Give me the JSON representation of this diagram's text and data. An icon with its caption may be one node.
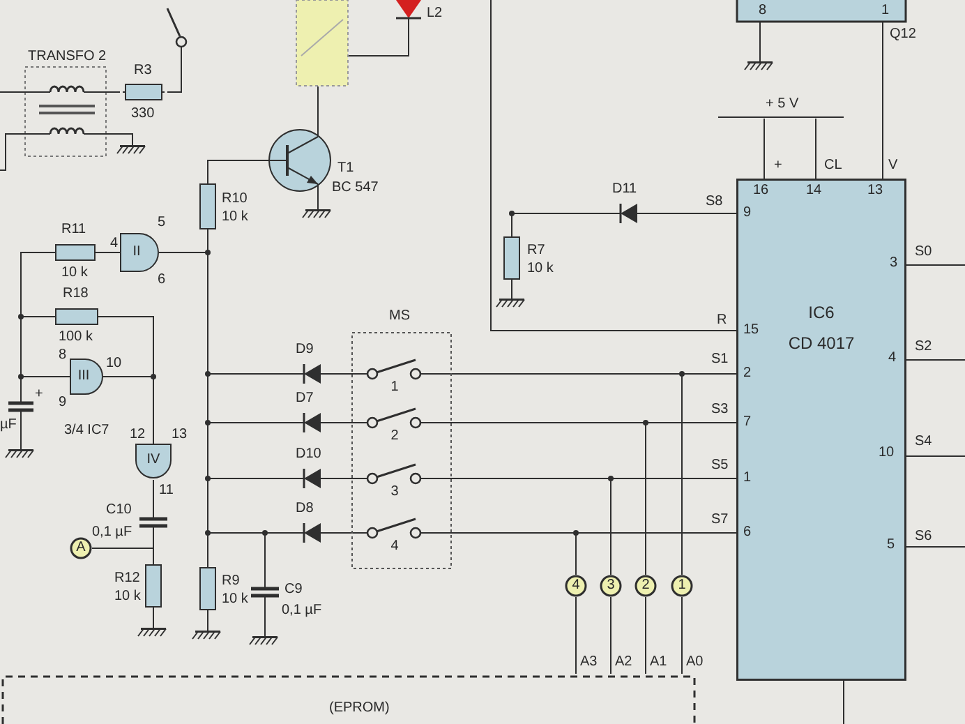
{
  "diagram": {
    "nodes": [
      {
        "text": [
          "TRANSFO 2"
        ]
      },
      {
        "text": [
          "R3",
          "330"
        ]
      },
      {
        "text": [],
        "shape": "switch"
      },
      {
        "text": [],
        "shape": "box"
      },
      {
        "text": [
          "L2"
        ]
      },
      {
        "text": [
          "T1",
          "BC 547"
        ]
      },
      {
        "text": [
          "R10",
          "10 k"
        ]
      },
      {
        "text": [
          "R11",
          "10 k"
        ]
      },
      {
        "text": [
          "II"
        ]
      },
      {
        "text": [
          "R18",
          "100 k"
        ]
      },
      {
        "text": [
          "µF"
        ]
      },
      {
        "text": [
          "III"
        ]
      },
      {
        "text": [
          "IV"
        ]
      },
      {
        "text": [
          "C10",
          "0,1 µF"
        ]
      },
      {
        "text": [
          "A"
        ]
      },
      {
        "text": [
          "R12",
          "10 k"
        ]
      },
      {
        "text": [
          "R9",
          "10 k"
        ]
      },
      {
        "text": [
          "C9",
          "0,1 µF"
        ]
      },
      {
        "text": [
          "MS"
        ]
      },
      {
        "text": [
          "1"
        ],
        "in": 18
      },
      {
        "text": [
          "2"
        ],
        "in": 18
      },
      {
        "text": [
          "3"
        ],
        "in": 18
      },
      {
        "text": [
          "4"
        ],
        "in": 18
      },
      {
        "text": [
          "D9"
        ]
      },
      {
        "text": [
          "D7"
        ]
      },
      {
        "text": [
          "D10"
        ]
      },
      {
        "text": [
          "D8"
        ]
      },
      {
        "text": [
          "D11"
        ]
      },
      {
        "text": [
          "R7",
          "10 k"
        ]
      },
      {
        "text": [
          "8",
          "1"
        ]
      },
      {
        "text": [
          "IC6",
          "CD 4017"
        ]
      },
      {
        "text": [
          "4"
        ]
      },
      {
        "text": [
          "3"
        ]
      },
      {
        "text": [
          "2"
        ]
      },
      {
        "text": [
          "1"
        ]
      },
      {
        "text": [
          "(EPROM)"
        ]
      },
      {
        "text": [],
        "shape": "ground"
      },
      {
        "text": [],
        "shape": "ground"
      },
      {
        "text": [],
        "shape": "ground"
      },
      {
        "text": [],
        "shape": "ground"
      },
      {
        "text": [],
        "shape": "ground"
      },
      {
        "text": [],
        "shape": "ground"
      },
      {
        "text": [],
        "shape": "ground"
      },
      {
        "text": [],
        "shape": "ground"
      },
      {
        "text": [
          "+ 5 V"
        ]
      }
    ],
    "edges": [
      {
        "from": 0,
        "to": 1,
        "arrow": "none"
      },
      {
        "from": 1,
        "to": 2,
        "arrow": "none"
      },
      {
        "from": 5,
        "to": 3,
        "arrow": "none"
      },
      {
        "from": 4,
        "to": 3,
        "arrow": "none"
      },
      {
        "from": 6,
        "to": 5,
        "arrow": "none"
      },
      {
        "from": 7,
        "to": 8,
        "arrow": "none"
      },
      {
        "from": 8,
        "to": 6,
        "arrow": "none"
      },
      {
        "from": 7,
        "to": 9,
        "arrow": "none"
      },
      {
        "from": 9,
        "to": 10,
        "arrow": "none"
      },
      {
        "from": 10,
        "to": 11,
        "arrow": "none"
      },
      {
        "from": 9,
        "to": 12,
        "arrow": "none"
      },
      {
        "from": 11,
        "to": 12,
        "arrow": "none"
      },
      {
        "from": 12,
        "to": 13,
        "arrow": "none"
      },
      {
        "from": 13,
        "to": 15,
        "arrow": "none"
      },
      {
        "from": 14,
        "to": 15,
        "arrow": "none"
      },
      {
        "from": 6,
        "to": 16,
        "arrow": "none"
      },
      {
        "from": 6,
        "to": 23,
        "arrow": "none"
      },
      {
        "from": 6,
        "to": 24,
        "arrow": "none"
      },
      {
        "from": 6,
        "to": 25,
        "arrow": "none"
      },
      {
        "from": 6,
        "to": 26,
        "arrow": "none"
      },
      {
        "from": 23,
        "to": 19,
        "arrow": "none"
      },
      {
        "from": 24,
        "to": 20,
        "arrow": "none"
      },
      {
        "from": 25,
        "to": 21,
        "arrow": "none"
      },
      {
        "from": 26,
        "to": 22,
        "arrow": "none"
      },
      {
        "from": 19,
        "to": 30,
        "arrow": "none"
      },
      {
        "from": 20,
        "to": 30,
        "arrow": "none"
      },
      {
        "from": 21,
        "to": 30,
        "arrow": "none"
      },
      {
        "from": 22,
        "to": 30,
        "arrow": "none"
      },
      {
        "from": 17,
        "to": 26,
        "arrow": "none"
      },
      {
        "from": 34,
        "to": 30,
        "arrow": "none"
      },
      {
        "from": 33,
        "to": 30,
        "arrow": "none"
      },
      {
        "from": 32,
        "to": 30,
        "arrow": "none"
      },
      {
        "from": 31,
        "to": 30,
        "arrow": "none"
      },
      {
        "from": 34,
        "to": 35,
        "arrow": "none"
      },
      {
        "from": 33,
        "to": 35,
        "arrow": "none"
      },
      {
        "from": 32,
        "to": 35,
        "arrow": "none"
      },
      {
        "from": 31,
        "to": 35,
        "arrow": "none"
      },
      {
        "from": 27,
        "to": 30,
        "arrow": "none"
      },
      {
        "from": 28,
        "to": 27,
        "arrow": "none"
      },
      {
        "from": 30,
        "to": null,
        "arrow": "none"
      },
      {
        "from": 29,
        "to": 30,
        "arrow": "none"
      },
      {
        "from": 30,
        "to": null,
        "arrow": "none"
      },
      {
        "from": 30,
        "to": null,
        "arrow": "none"
      },
      {
        "from": 30,
        "to": null,
        "arrow": "none"
      },
      {
        "from": 30,
        "to": null,
        "arrow": "none"
      },
      {
        "from": 30,
        "to": null,
        "arrow": "none"
      },
      {
        "from": 0,
        "to": null,
        "arrow": "none"
      },
      {
        "from": 0,
        "to": null,
        "arrow": "none"
      },
      {
        "from": 0,
        "to": 36,
        "arrow": "none"
      },
      {
        "from": 5,
        "to": 37,
        "arrow": "none"
      },
      {
        "from": 29,
        "to": 38,
        "arrow": "none"
      },
      {
        "from": 28,
        "to": 39,
        "arrow": "none"
      },
      {
        "from": 10,
        "to": 40,
        "arrow": "none"
      },
      {
        "from": 15,
        "to": 41,
        "arrow": "none"
      },
      {
        "from": 16,
        "to": 42,
        "arrow": "none"
      },
      {
        "from": 17,
        "to": 43,
        "arrow": "none"
      },
      {
        "from": 30,
        "to": 44,
        "arrow": "none"
      },
      {
        "from": 30,
        "to": 44,
        "arrow": "none"
      }
    ],
    "labels": [
      "4",
      "5",
      "6",
      "8",
      "10",
      "9",
      "+",
      "12",
      "13",
      "11",
      "3/4 IC7",
      "Q12",
      "+",
      "CL",
      "V",
      "16",
      "14",
      "13",
      "S8",
      "9",
      "R",
      "15",
      "S1",
      "2",
      "S3",
      "7",
      "S5",
      "1",
      "S7",
      "6",
      "3",
      "S0",
      "4",
      "S2",
      "10",
      "S4",
      "5",
      "S6",
      "A3",
      "A2",
      "A1",
      "A0"
    ]
  }
}
